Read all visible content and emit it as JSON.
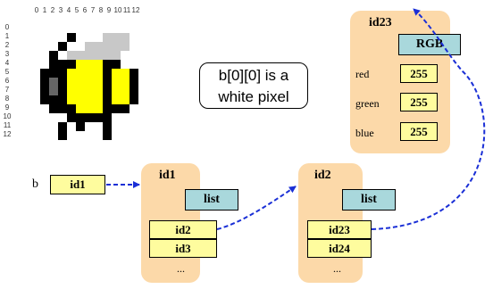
{
  "col_numbers": [
    "0",
    "1",
    "2",
    "3",
    "4",
    "5",
    "6",
    "7",
    "8",
    "9",
    "10",
    "11",
    "12"
  ],
  "row_numbers": [
    "0",
    "1",
    "2",
    "3",
    "4",
    "5",
    "6",
    "7",
    "8",
    "9",
    "10",
    "11",
    "12"
  ],
  "colors": {
    "white": "#ffffff",
    "black": "#000000",
    "yellow": "#ffff00",
    "light_gray": "#c8c8c8",
    "dark_gray": "#666666",
    "object_fill": "#fcd9a9",
    "type_fill": "#a9d8dc",
    "value_fill": "#fefc9e",
    "arrow": "#1a2fd6"
  },
  "pixel_grid": [
    "WWWWWWWWWWWWW",
    "WWWWBWWWLLLWW",
    "WWWBWWLLLLLWW",
    "WWBWLLLLLLWWW",
    "WWBBBYYYBBWWW",
    "WBBBYYYYBYYBW",
    "WBDBYYYYBYYBW",
    "WBDBYYYYBYYBW",
    "WBBBYYYYBYYBW",
    "WWBBBYYYBBBWW",
    "WWWWBBBBBWWWW",
    "WWWBWBWWBWWWW",
    "WWWBWWWWBWWWW"
  ],
  "note": {
    "line1": "b[0][0] is a",
    "line2": "white pixel"
  },
  "variable": {
    "name": "b",
    "value": "id1"
  },
  "objects": {
    "id1": {
      "label": "id1",
      "type": "list",
      "items": [
        "id2",
        "id3"
      ],
      "ellipsis": "..."
    },
    "id2": {
      "label": "id2",
      "type": "list",
      "items": [
        "id23",
        "id24"
      ],
      "ellipsis": "..."
    },
    "id23": {
      "label": "id23",
      "type": "RGB",
      "fields": [
        {
          "name": "red",
          "value": "255"
        },
        {
          "name": "green",
          "value": "255"
        },
        {
          "name": "blue",
          "value": "255"
        }
      ]
    }
  }
}
